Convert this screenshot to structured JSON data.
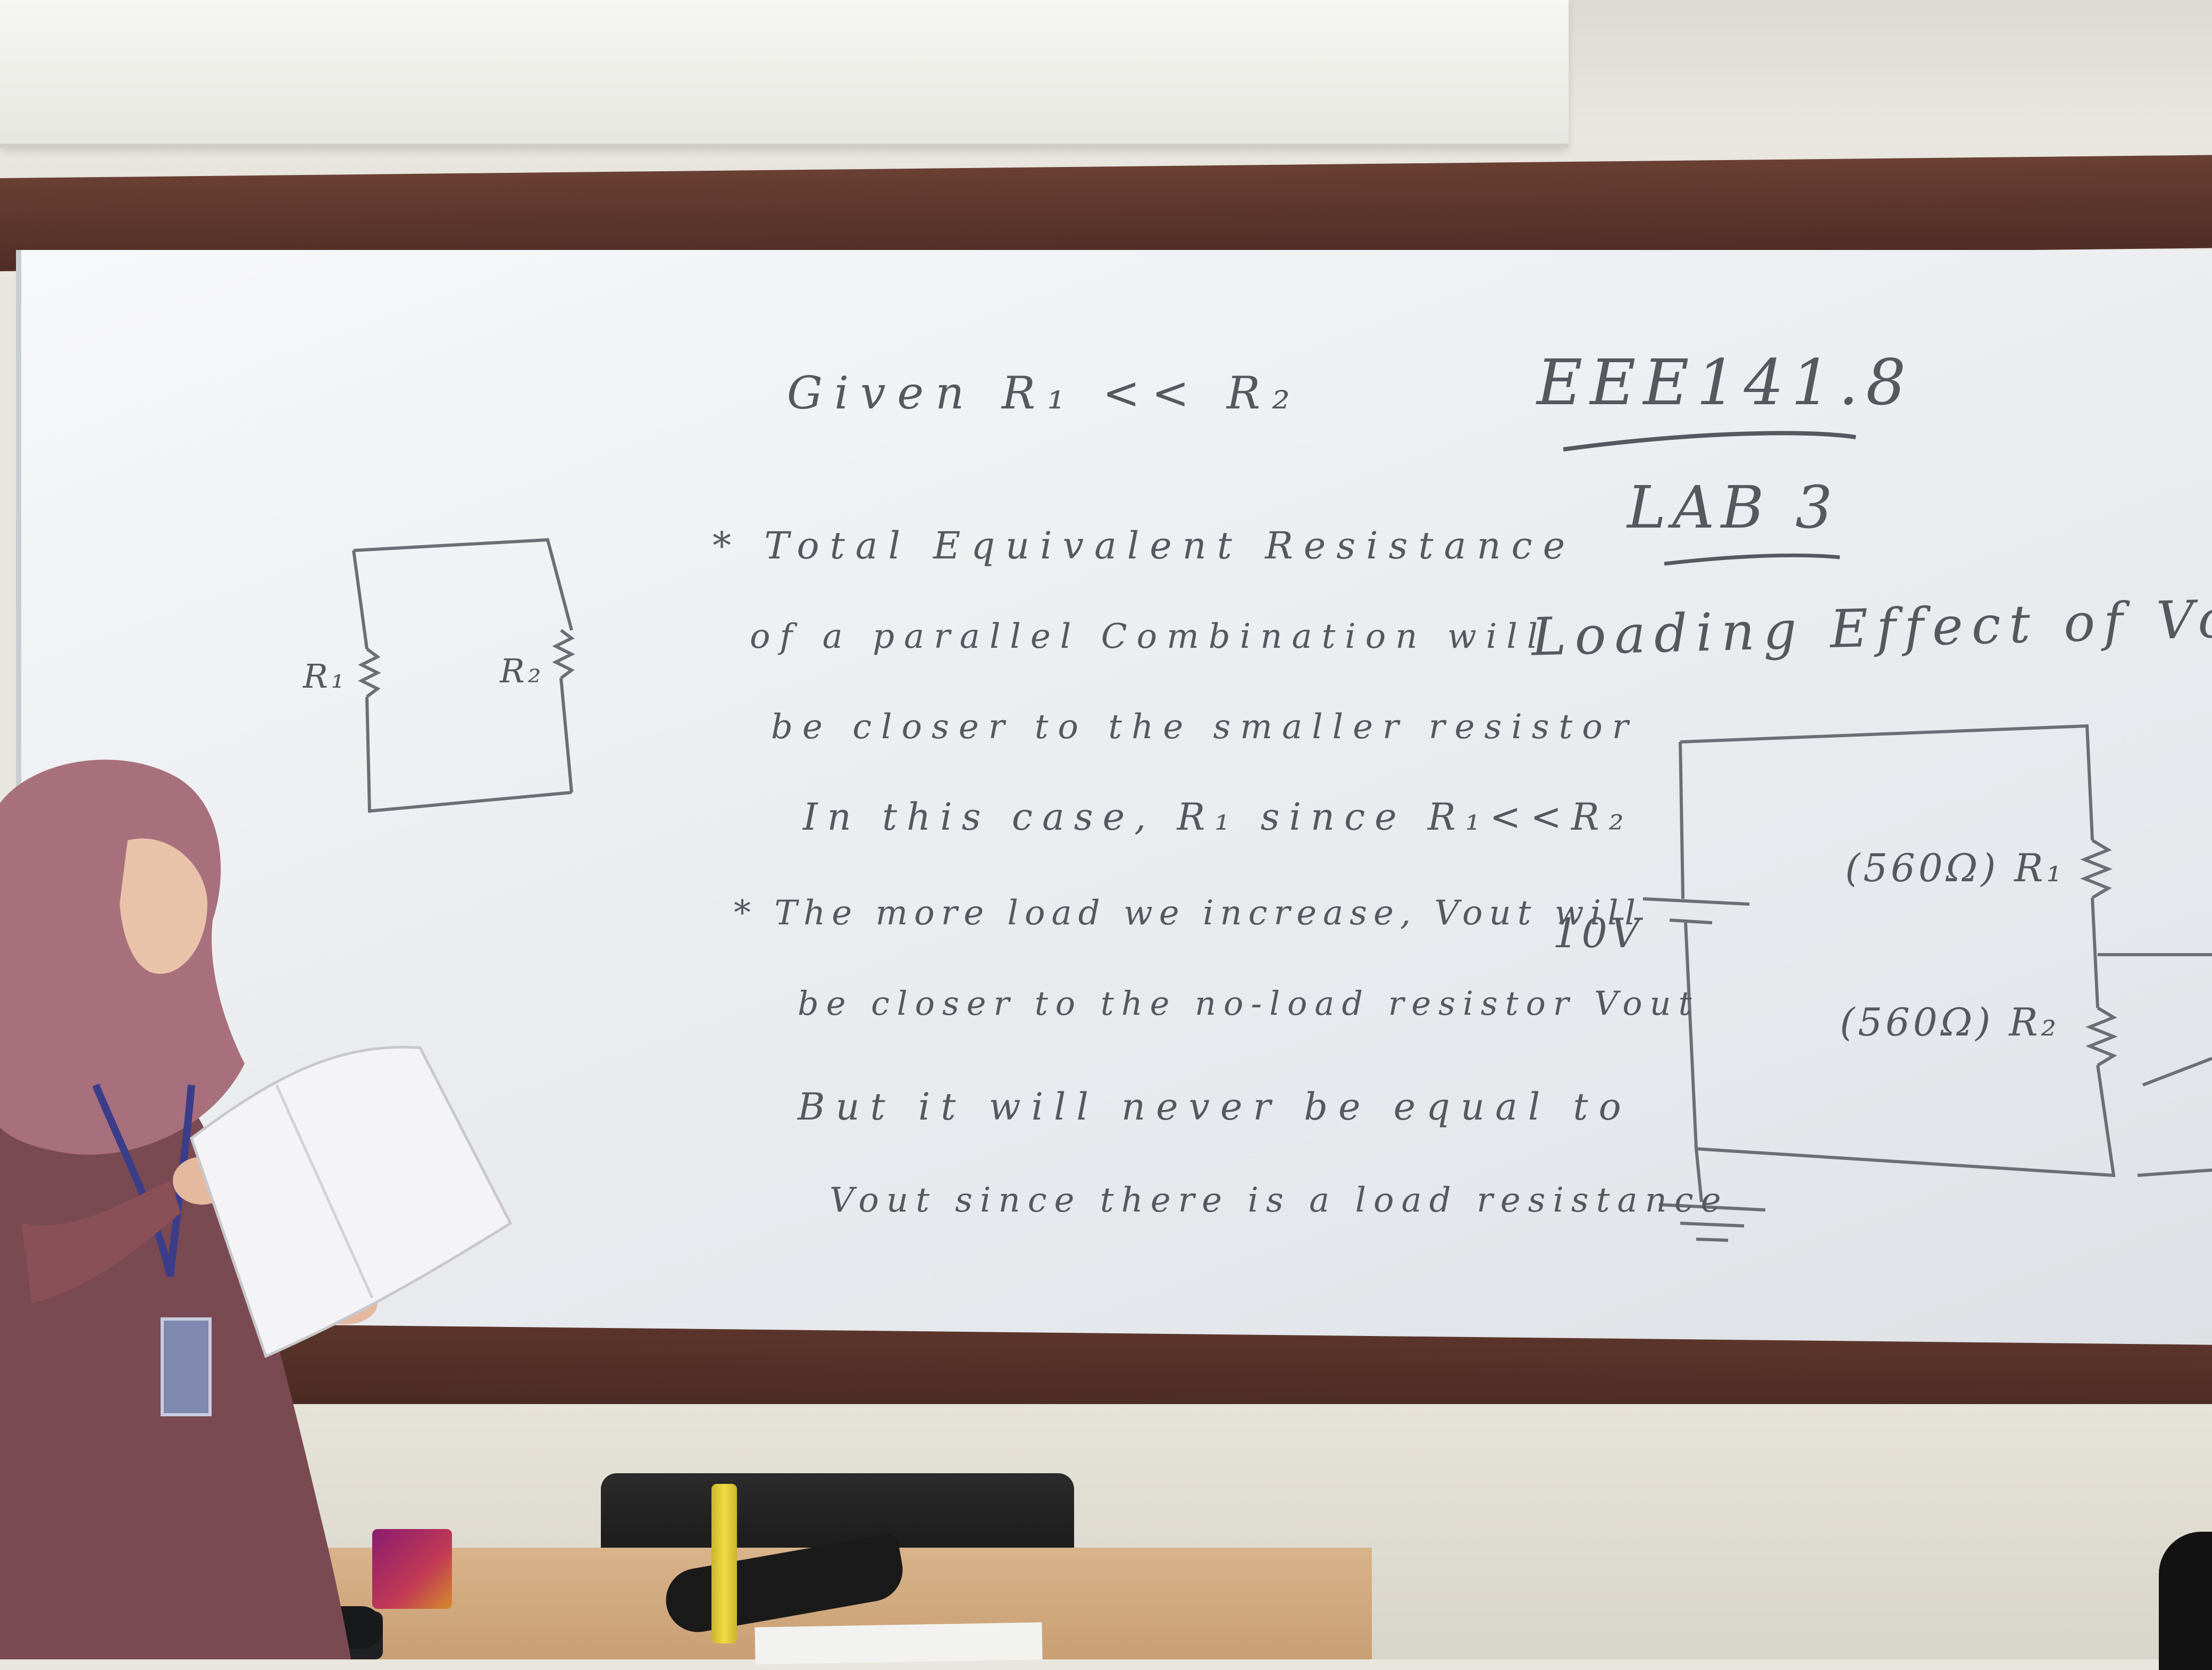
{
  "board": {
    "course": "EEE141.8",
    "lab": "LAB 3",
    "topic": "Loading Effect of Voltage",
    "given": "Given R₁ << R₂",
    "note1": [
      "* Total Equivalent Resistance",
      "of a parallel Combination will",
      "be closer to the smaller resistor",
      "In this case, R₁ since R₁<<R₂"
    ],
    "note2": [
      "* The more load we increase, Vout will",
      "be closer to the no-load resistor Vout",
      "But it will never be equal to",
      "Vout since there is a load resistance"
    ],
    "left_circuit": {
      "r1": "R₁",
      "r2": "R₂"
    },
    "right_circuit": {
      "source": "10V",
      "r1": "(560Ω) R₁",
      "r2": "(560Ω) R₂"
    }
  },
  "colors": {
    "ink": "#55585e",
    "frame": "#5b352b",
    "board": "#eceef1",
    "hijab": "#a8707c"
  }
}
